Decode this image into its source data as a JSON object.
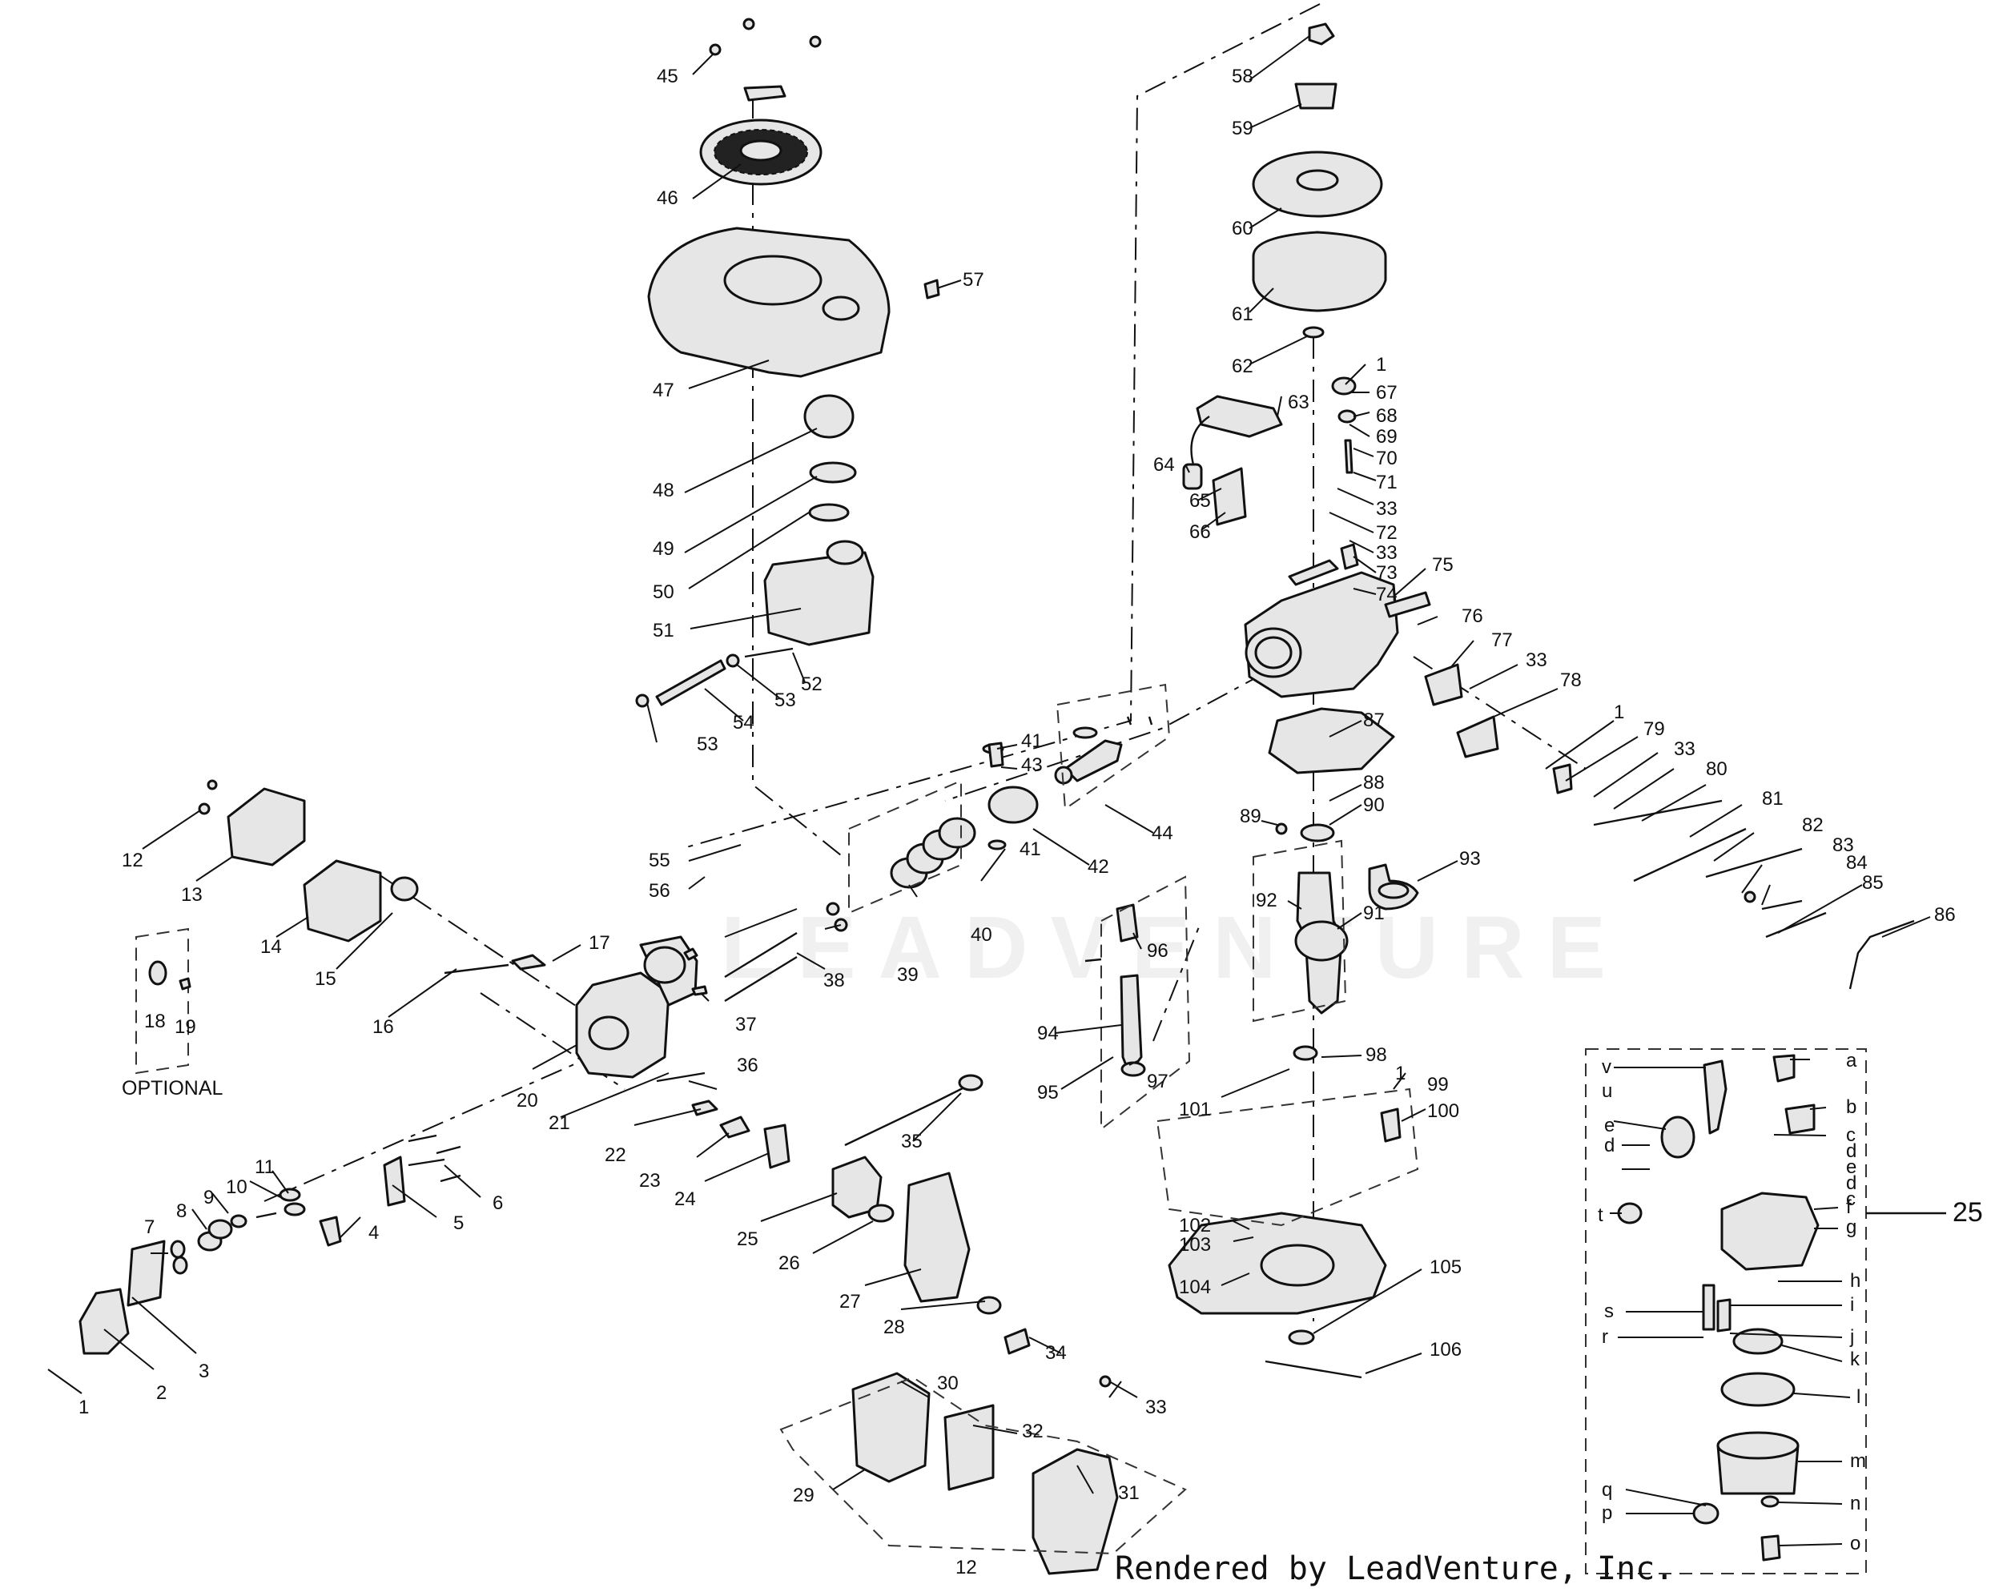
{
  "diagram": {
    "labels": {
      "l1": "1",
      "l2": "2",
      "l3": "3",
      "l4": "4",
      "l5": "5",
      "l6": "6",
      "l7": "7",
      "l8": "8",
      "l9": "9",
      "l10": "10",
      "l11": "11",
      "l12": "12",
      "l13": "13",
      "l14": "14",
      "l15": "15",
      "l16": "16",
      "l17": "17",
      "l18": "18",
      "l19": "19",
      "l20": "20",
      "l21": "21",
      "l22": "22",
      "l23": "23",
      "l24": "24",
      "l25": "25",
      "l26": "26",
      "l27": "27",
      "l28": "28",
      "l29": "29",
      "l30": "30",
      "l31": "31",
      "l32": "32",
      "l33": "33",
      "l34": "34",
      "l35": "35",
      "l36": "36",
      "l37": "37",
      "l38": "38",
      "l39": "39",
      "l40": "40",
      "l41": "41",
      "l42": "42",
      "l43": "43",
      "l44": "44",
      "l45": "45",
      "l46": "46",
      "l47": "47",
      "l48": "48",
      "l49": "49",
      "l50": "50",
      "l51": "51",
      "l52": "52",
      "l53": "53",
      "l54": "54",
      "l55": "55",
      "l56": "56",
      "l57": "57",
      "l58": "58",
      "l59": "59",
      "l60": "60",
      "l61": "61",
      "l62": "62",
      "l63": "63",
      "l64": "64",
      "l65": "65",
      "l66": "66",
      "l67": "67",
      "l68": "68",
      "l69": "69",
      "l70": "70",
      "l71": "71",
      "l72": "72",
      "l73": "73",
      "l74": "74",
      "l75": "75",
      "l76": "76",
      "l77": "77",
      "l78": "78",
      "l79": "79",
      "l80": "80",
      "l81": "81",
      "l82": "82",
      "l83": "83",
      "l84": "84",
      "l85": "85",
      "l86": "86",
      "l87": "87",
      "l88": "88",
      "l89": "89",
      "l90": "90",
      "l91": "91",
      "l92": "92",
      "l93": "93",
      "l94": "94",
      "l95": "95",
      "l96": "96",
      "l97": "97",
      "l98": "98",
      "l99": "99",
      "l100": "100",
      "l101": "101",
      "l102": "102",
      "l103": "103",
      "l104": "104",
      "l105": "105",
      "l106": "106",
      "la": "a",
      "lb": "b",
      "lc": "c",
      "ld": "d",
      "le": "e",
      "lf": "f",
      "lg": "g",
      "lh": "h",
      "li": "i",
      "lj": "j",
      "lk": "k",
      "ll": "l",
      "lm": "m",
      "ln": "n",
      "lo": "o",
      "lp": "p",
      "lq": "q",
      "lr": "r",
      "ls": "s",
      "lt": "t",
      "lu": "u",
      "lv": "v"
    },
    "optional_caption": "OPTIONAL",
    "watermark": "LEADVENTURE",
    "credit": "Rendered by LeadVenture, Inc."
  }
}
